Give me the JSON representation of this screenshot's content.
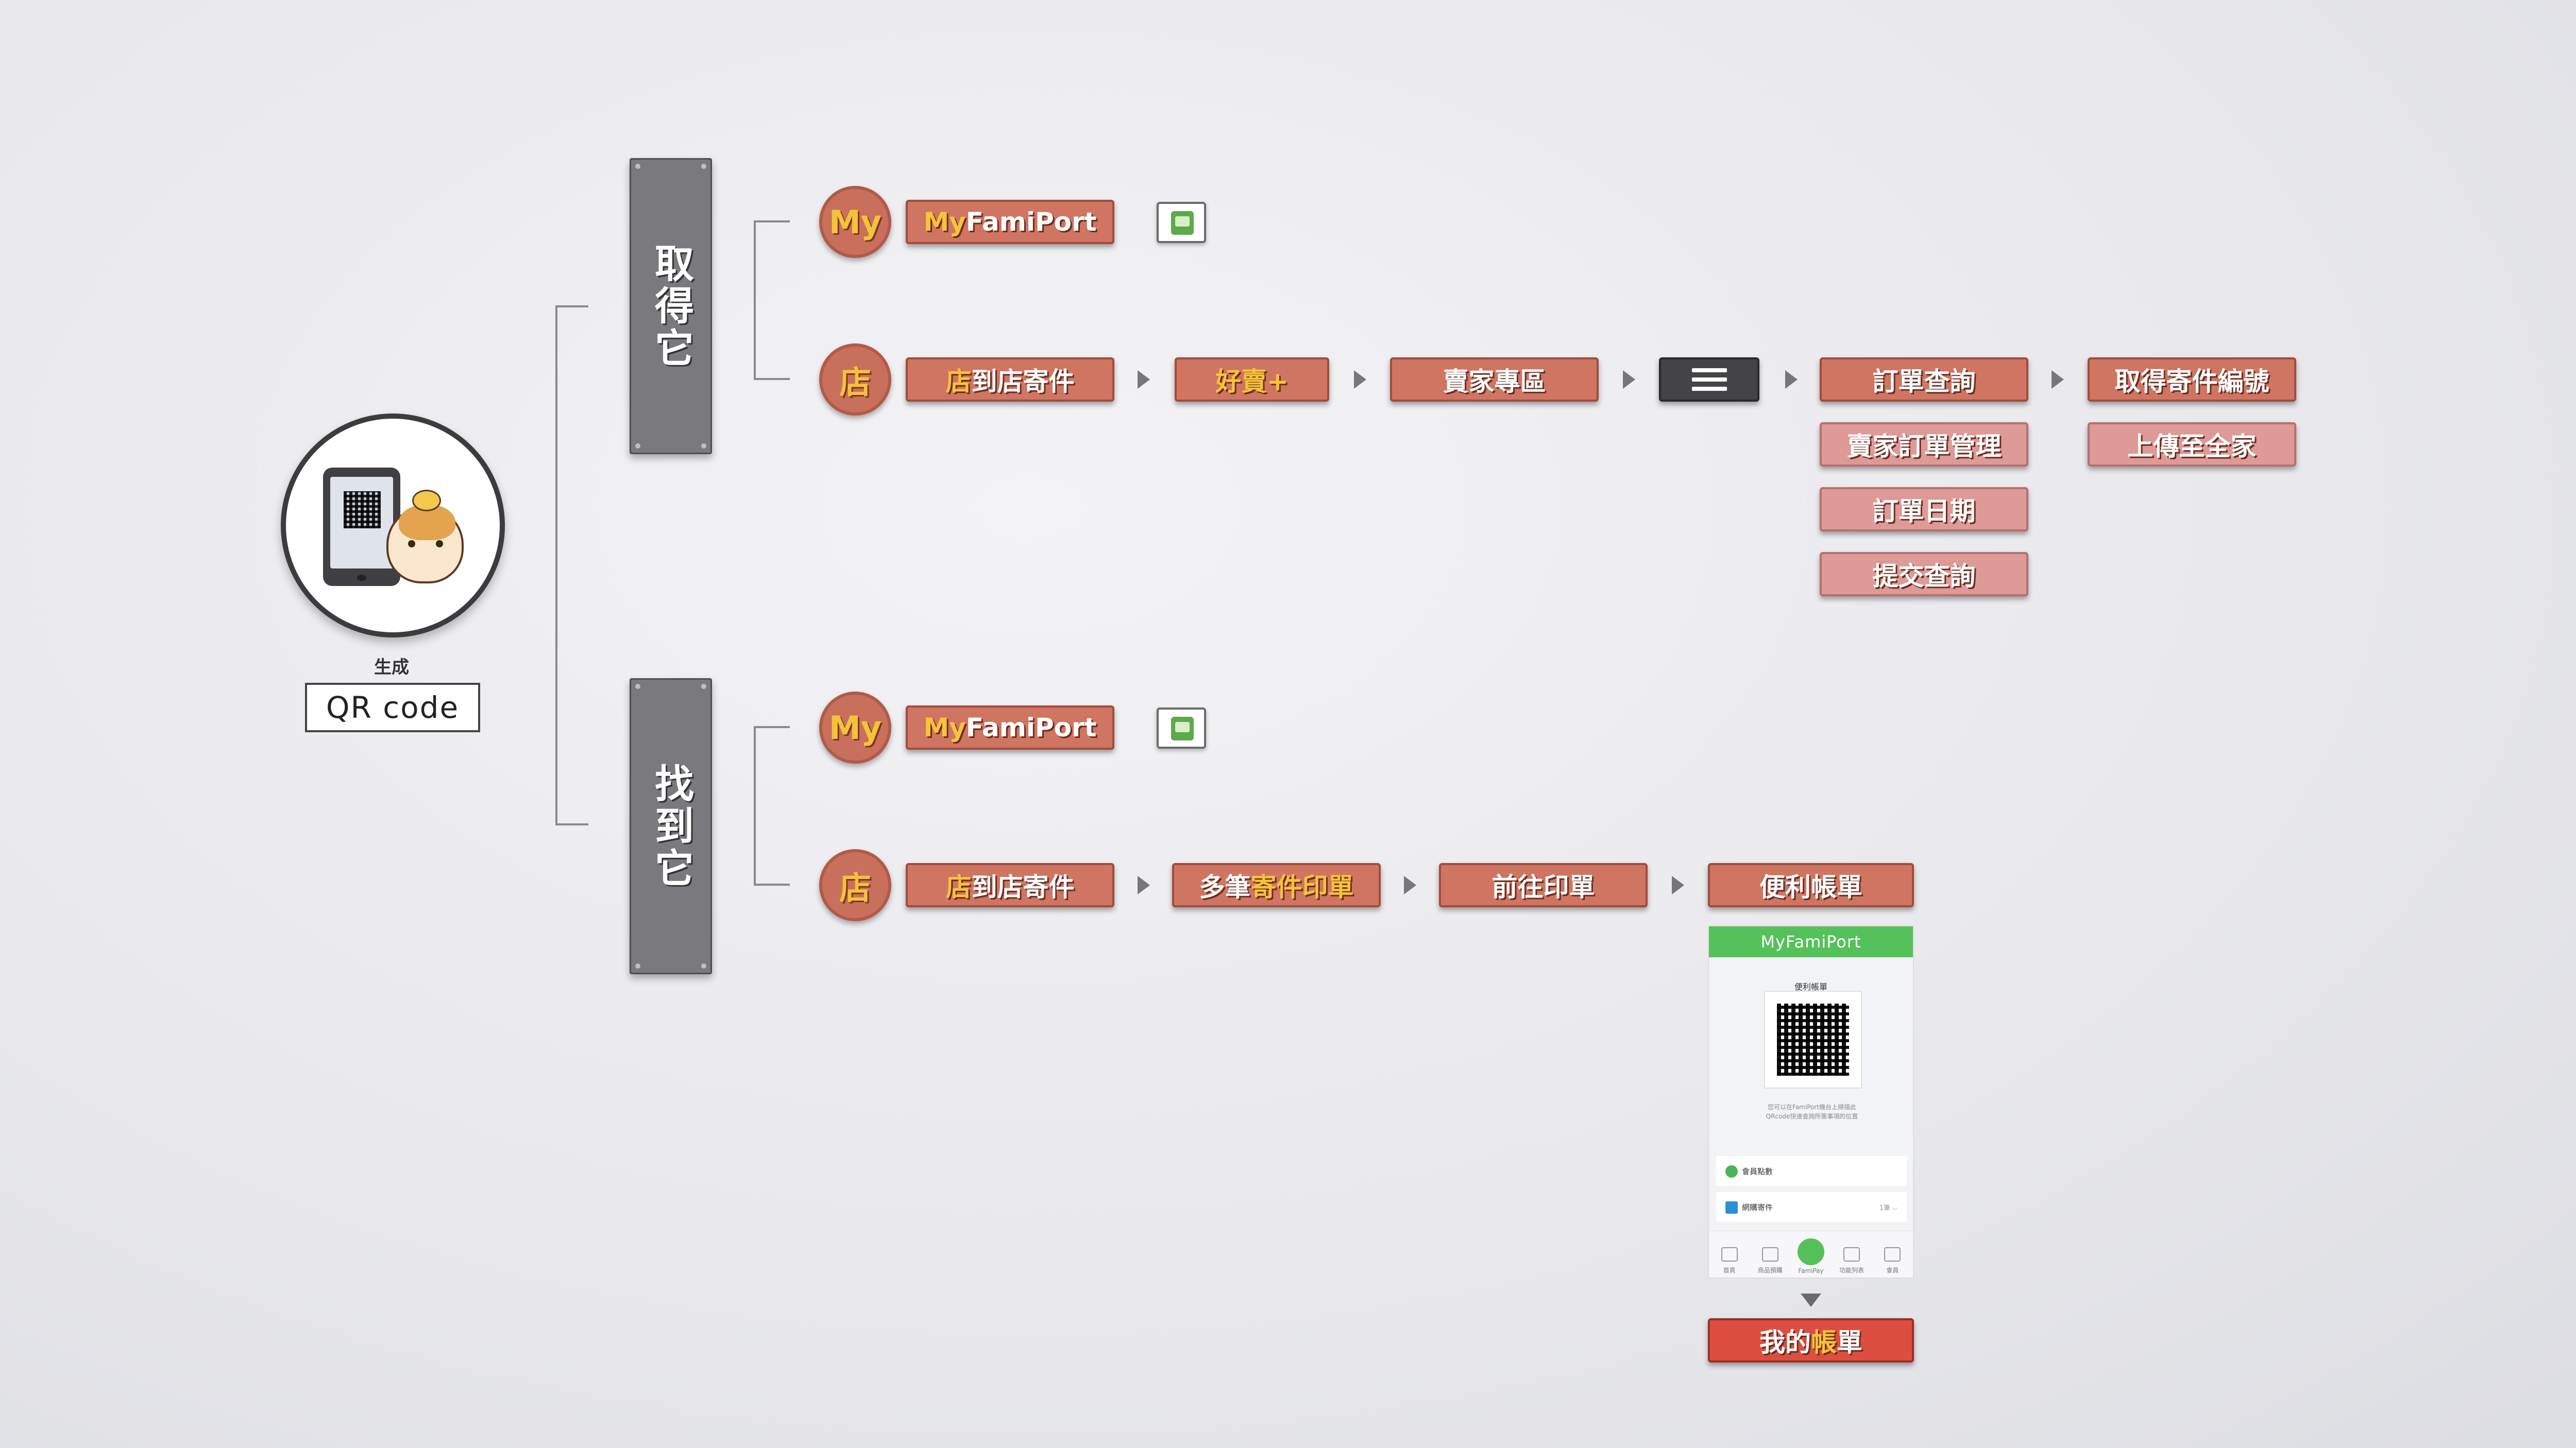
{
  "root": {
    "caption": "生成",
    "label": "QR  code"
  },
  "groups": [
    {
      "category": "取得它",
      "rows": [
        {
          "badge": "My",
          "steps": [
            {
              "label": "My FamiPort",
              "hl": "My"
            }
          ]
        },
        {
          "badge": "店",
          "steps": [
            {
              "label": "店到店寄件",
              "hl": "店"
            },
            {
              "label": "好賣+",
              "hl": ""
            },
            {
              "label": "賣家專區",
              "hl": ""
            },
            {
              "label": "menu-button",
              "hl": ""
            },
            {
              "label": "訂單查詢",
              "hl": "",
              "sub": [
                "賣家訂單管理",
                "訂單日期",
                "提交查詢"
              ]
            },
            {
              "label": "取得寄件編號",
              "hl": "",
              "sub": [
                "上傳至全家"
              ]
            }
          ]
        }
      ]
    },
    {
      "category": "找到它",
      "rows": [
        {
          "badge": "My",
          "steps": [
            {
              "label": "My FamiPort",
              "hl": "My"
            }
          ]
        },
        {
          "badge": "店",
          "steps": [
            {
              "label": "店到店寄件",
              "hl": "店"
            },
            {
              "label": "多筆寄件印單",
              "hl": "寄件"
            },
            {
              "label": "前往印單",
              "hl": ""
            },
            {
              "label": "便利帳單",
              "hl": ""
            }
          ]
        }
      ]
    }
  ],
  "labels": {
    "cat1": "取得它",
    "cat2": "找到它",
    "my": "My",
    "store": "店",
    "myfamiport_a": "My",
    "myfamiport_b": " FamiPort",
    "s_store_a": "店",
    "s_store_b": "到店寄件",
    "haomai": "好賣+",
    "seller": "賣家專區",
    "order_query": "訂單查詢",
    "seller_orders": "賣家訂單管理",
    "order_date": "訂單日期",
    "submit_query": "提交查詢",
    "get_number": "取得寄件編號",
    "upload": "上傳至全家",
    "multi_a": "多筆",
    "multi_b": "寄件",
    "multi_c": "印單",
    "go_print": "前往印單",
    "bill": "便利帳單",
    "my_bill_a": "我的",
    "my_bill_b": "帳",
    "my_bill_c": "單"
  },
  "phone": {
    "brand": "MyFamiPort",
    "subtitle": "便利帳單",
    "note_1": "您可以在FamiPort機台上掃描此",
    "note_2": "QRcode快速查詢所需事項的位置",
    "row1": "會員點數",
    "row2": "網購寄件",
    "row2_right": "1筆 ⌵",
    "nav": [
      "首頁",
      "商品預購",
      "FamiPay",
      "功能列表",
      "會員"
    ]
  },
  "colors": {
    "plate": "#cf7562",
    "plate_light": "#dd9a97",
    "plate_red": "#dc4e40",
    "accent": "#f7c33b",
    "panel": "#7a7a7e"
  }
}
